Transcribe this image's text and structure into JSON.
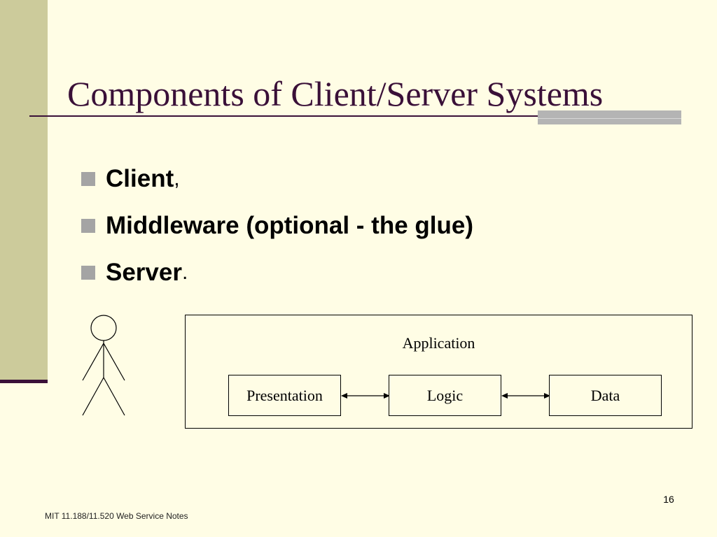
{
  "slide": {
    "title": "Components of Client/Server Systems",
    "bullets": [
      {
        "text": "Client",
        "punct": ","
      },
      {
        "text": "Middleware (optional - the glue)",
        "punct": ""
      },
      {
        "text": "Server",
        "punct": "."
      }
    ],
    "diagram": {
      "container_label": "Application",
      "components": [
        "Presentation",
        "Logic",
        "Data"
      ],
      "connectors": [
        "bidirectional-arrow",
        "bidirectional-arrow"
      ],
      "actor": "stick-figure-user-icon"
    },
    "footer": "MIT 11.188/11.520 Web Service Notes",
    "page_number": "16"
  },
  "colors": {
    "background": "#fffde5",
    "left_bar": "#cccb9b",
    "title_text": "#3a1038",
    "rule": "#3a1038",
    "accent_bar": "#b4b4b4",
    "bullet_marker": "#a4a4a4"
  }
}
